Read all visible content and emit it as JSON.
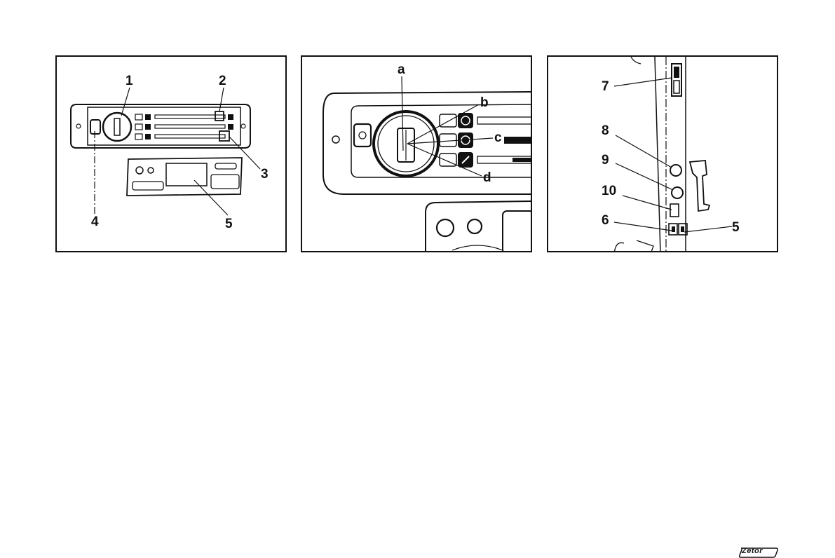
{
  "figure_left": {
    "callouts": [
      "1",
      "2",
      "3",
      "4",
      "5"
    ]
  },
  "figure_middle": {
    "callouts": [
      "a",
      "b",
      "c",
      "d"
    ]
  },
  "figure_right": {
    "callouts": [
      "7",
      "8",
      "9",
      "10",
      "6",
      "5"
    ]
  },
  "footer": {
    "logo": "Zetor"
  },
  "colors": {
    "ink": "#111111",
    "paper": "#ffffff"
  },
  "icons": [
    "headlight-switch-icon",
    "warning-light-icon",
    "fan-icon",
    "socket-icon",
    "brand-logo-icon"
  ]
}
